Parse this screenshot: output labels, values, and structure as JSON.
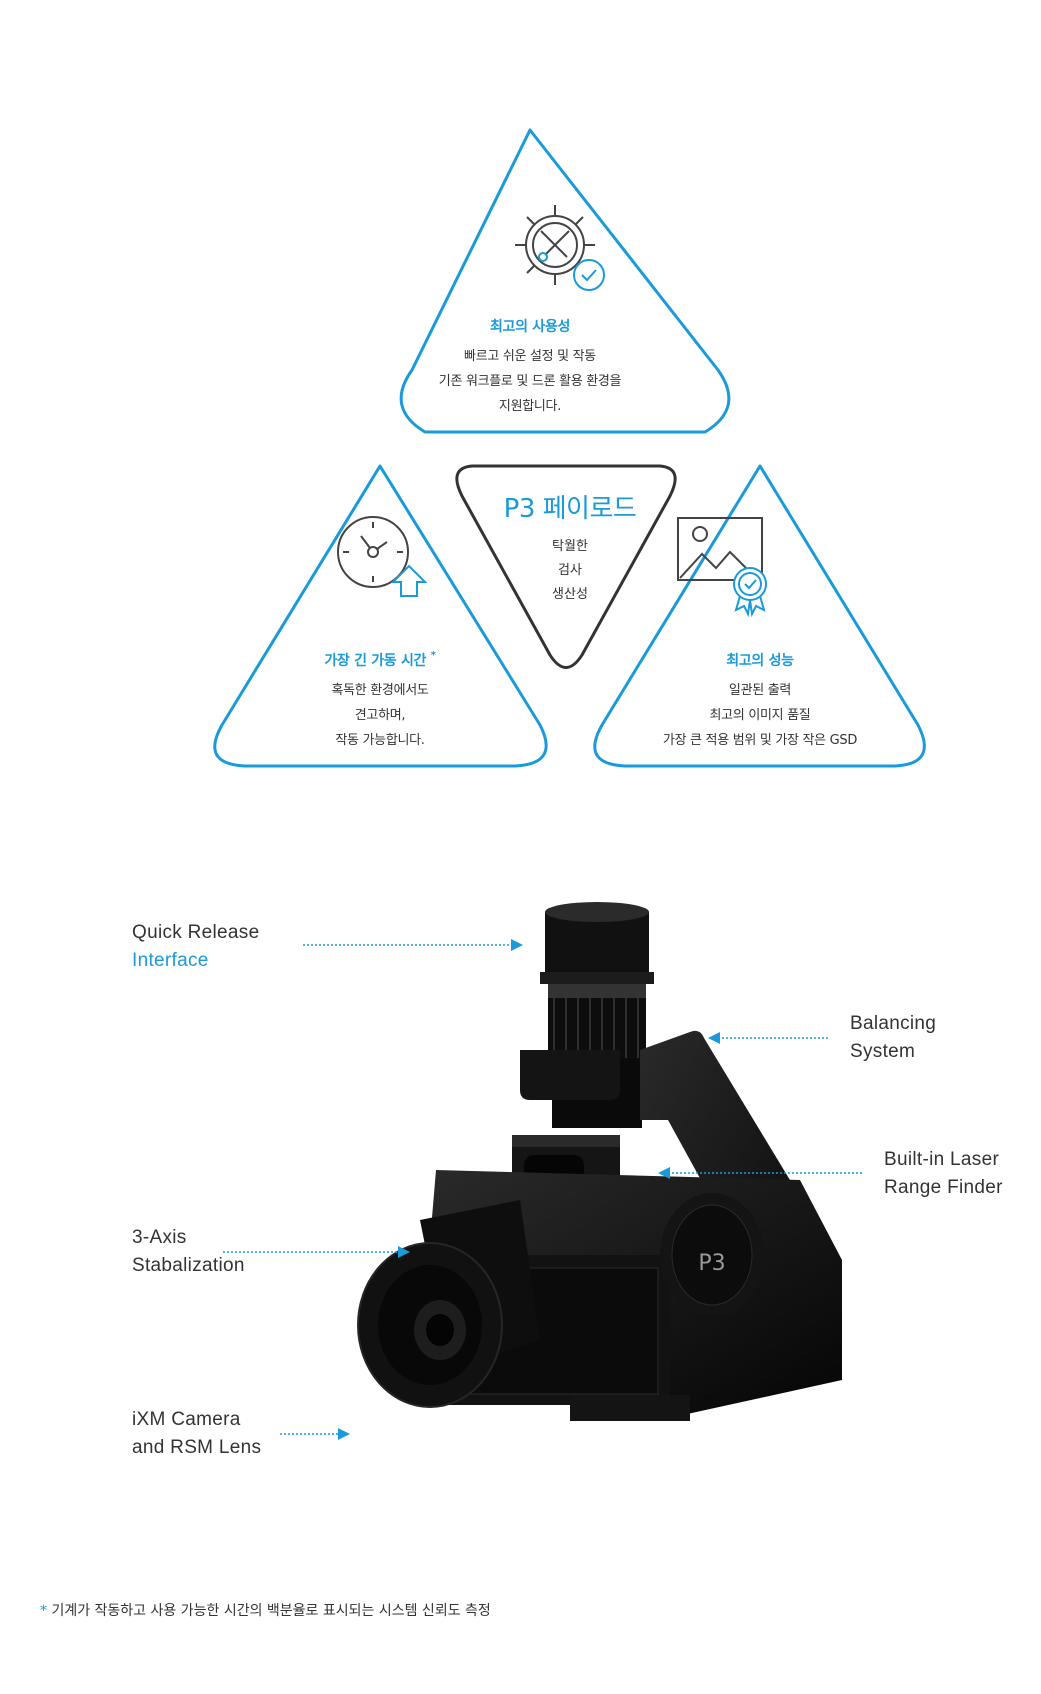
{
  "center": {
    "title": "P3 페이로드",
    "lines": [
      "탁월한",
      "검사",
      "생산성"
    ]
  },
  "features": {
    "usability": {
      "icon": "gear-tools-check-icon",
      "title": "최고의 사용성",
      "lines": [
        "빠르고 쉬운 설정 및 작동",
        "기존 워크플로 및 드론 활용 환경을",
        "지원합니다."
      ]
    },
    "uptime": {
      "icon": "clock-arrow-up-icon",
      "title": "가장 긴 가동 시간",
      "title_mark": "*",
      "lines": [
        "혹독한 환경에서도",
        "견고하며,",
        "작동 가능합니다."
      ]
    },
    "performance": {
      "icon": "image-award-icon",
      "title": "최고의 성능",
      "lines": [
        "일관된 출력",
        "최고의 이미지 품질",
        "가장 큰 적용 범위 및 가장 작은 GSD"
      ]
    }
  },
  "callouts": {
    "quick_release": {
      "line1": "Quick Release",
      "line2": "Interface"
    },
    "balancing": {
      "line1": "Balancing",
      "line2": "System"
    },
    "laser": {
      "line1": "Built-in Laser",
      "line2": "Range Finder"
    },
    "axis": {
      "line1": "3-Axis",
      "line2": "Stabalization"
    },
    "camera": {
      "line1": "iXM Camera",
      "line2": "and RSM Lens"
    }
  },
  "product": {
    "badge": "P3"
  },
  "footnote": {
    "mark": "*",
    "text": "기계가 작동하고 사용 가능한 시간의 백분율로 표시되는 시스템 신뢰도 측정"
  },
  "colors": {
    "accent": "#1a9ad9",
    "text": "#333333",
    "dark": "#333333"
  }
}
